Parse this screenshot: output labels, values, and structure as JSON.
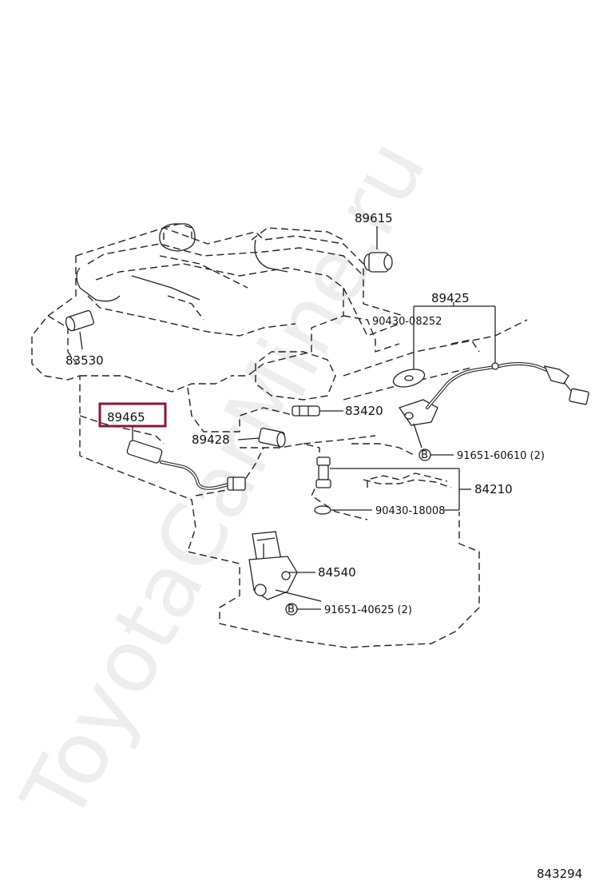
{
  "watermark": "ToyotaCarMine.ru",
  "diagram_number": "843294",
  "highlight_color": "#8b1535",
  "parts": {
    "p89615": "89615",
    "p89425": "89425",
    "p90430_08252": "90430-08252",
    "p83530": "83530",
    "p89465": "89465",
    "p83420": "83420",
    "p89428": "89428",
    "p91651_60610": "91651-60610 (2)",
    "p84210": "84210",
    "p90430_18008": "90430-18008",
    "p84540": "84540",
    "p91651_40625": "91651-40625 (2)",
    "bolt_mark": "B"
  }
}
